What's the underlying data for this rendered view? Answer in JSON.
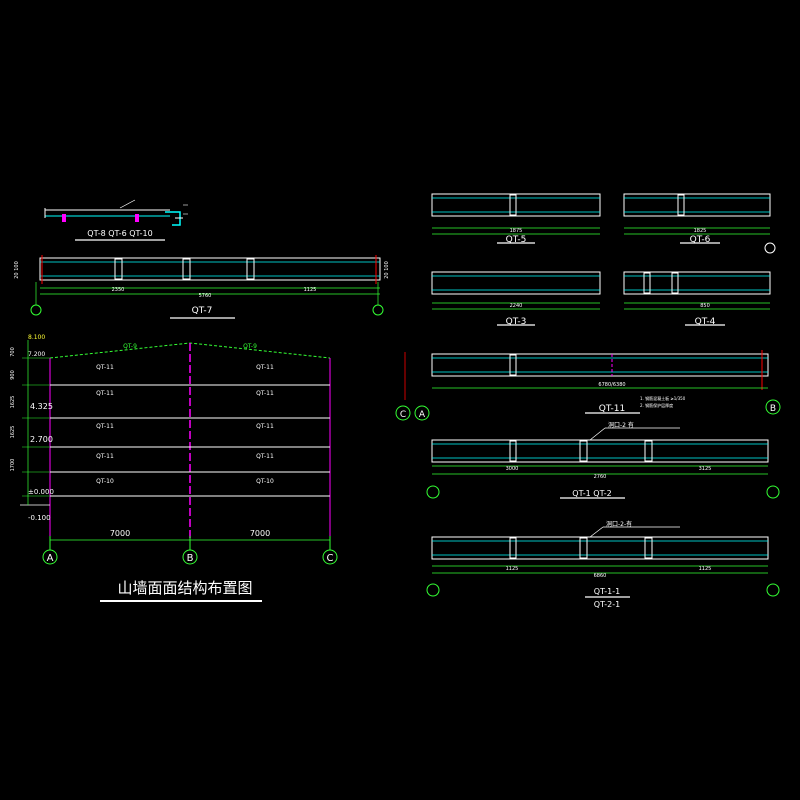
{
  "title": "山墙面面结构布置图",
  "elevation": {
    "top_labels": [
      "QT-9",
      "QT-9"
    ],
    "rows_left": [
      "QT-11",
      "QT-11",
      "QT-11",
      "QT-11",
      "QT-10"
    ],
    "rows_right": [
      "QT-11",
      "QT-11",
      "QT-11",
      "QT-11",
      "QT-10"
    ],
    "levels": [
      "8.100",
      "7.200",
      "4.325",
      "2.700",
      "±0.000",
      "-0.100"
    ],
    "side_dims": [
      "700",
      "900",
      "1625",
      "1625",
      "1700"
    ],
    "spans": [
      "7000",
      "7000"
    ],
    "axes": [
      "A",
      "B",
      "C"
    ]
  },
  "small_section": {
    "title": "QT-8 QT-6 QT-10"
  },
  "beam_qt7": {
    "title": "QT-7",
    "dims": [
      "2350",
      "5760",
      "1125"
    ],
    "side_left": "20 100",
    "side_right": "20 100"
  },
  "beams_right": [
    {
      "id": "qt5",
      "title": "QT-5",
      "dim": "1875"
    },
    {
      "id": "qt6",
      "title": "QT-6",
      "dim": "1825"
    },
    {
      "id": "qt3",
      "title": "QT-3",
      "dim": "2240"
    },
    {
      "id": "qt4",
      "title": "QT-4",
      "dim": "850"
    }
  ],
  "beam_qt11": {
    "title": "QT-11",
    "dim": "6780/6380",
    "note1": "1. 钢筋混凝土板 ≥1/350",
    "note2": "2. 钢筋保护层厚度",
    "axes": [
      "C",
      "A",
      "B"
    ]
  },
  "beam_qt12": {
    "title": "QT-1  QT-2",
    "callout": "洞口-2  有",
    "dims": [
      "3000",
      "2760",
      "3125"
    ]
  },
  "beam_qt11b": {
    "title_top": "QT-1-1",
    "title_bottom": "QT-2-1",
    "callout": "洞口-2-有",
    "dims": [
      "1125",
      "6860",
      "1125"
    ]
  }
}
